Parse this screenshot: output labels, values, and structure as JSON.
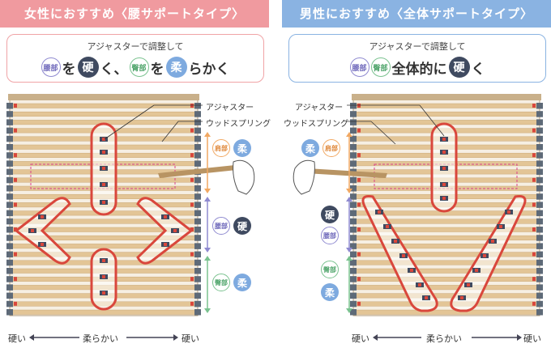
{
  "left": {
    "header": "女性におすすめ〈腰サポートタイプ〉",
    "info_title": "アジャスターで調整して",
    "line": [
      "腰部",
      "を",
      "硬",
      "く、",
      "臀部",
      "を",
      "柔",
      "らかく"
    ],
    "callout_adjuster": "アジャスター",
    "callout_spring": "ウッドスプリング",
    "zones": [
      {
        "label": "肩部",
        "badge": "柔"
      },
      {
        "label": "腰部",
        "badge": "硬"
      },
      {
        "label": "臀部",
        "badge": "柔"
      }
    ],
    "axis": [
      "硬い",
      "柔らかい",
      "硬い"
    ]
  },
  "right": {
    "header": "男性におすすめ〈全体サポートタイプ〉",
    "info_title": "アジャスターで調整して",
    "line": [
      "腰部",
      "臀部",
      "全体的に",
      "硬",
      "く"
    ],
    "callout_adjuster": "アジャスター",
    "callout_spring": "ウッドスプリング",
    "zones": [
      {
        "label": "肩部",
        "badge": "柔"
      },
      {
        "label": "腰部",
        "badge": "硬"
      },
      {
        "label": "臀部",
        "badge": "柔"
      }
    ],
    "axis": [
      "硬い",
      "柔らかい",
      "硬い"
    ]
  },
  "colors": {
    "women_accent": "#f09a9f",
    "men_accent": "#8ab3e2",
    "slat": "#e3c596",
    "highlight_red": "#d9473c",
    "dark_badge": "#3f4a60",
    "soft_badge": "#7eaadf"
  }
}
